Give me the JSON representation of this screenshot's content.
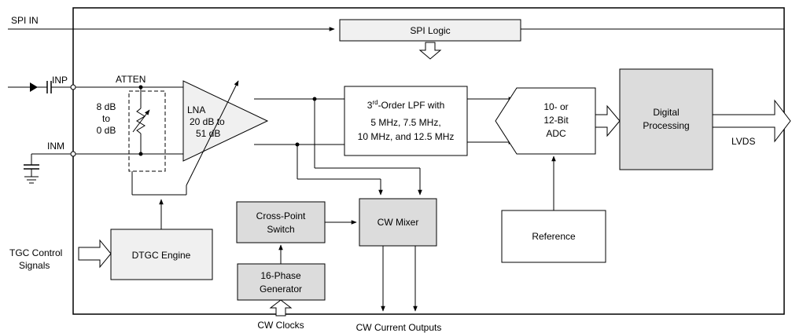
{
  "inputs": {
    "spi_in": "SPI IN",
    "inp": "INP",
    "inm": "INM",
    "tgc_line1": "TGC Control",
    "tgc_line2": "Signals"
  },
  "atten": {
    "label": "ATTEN",
    "line1": "8 dB",
    "line2": "to",
    "line3": "0 dB"
  },
  "lna": {
    "line1": "LNA",
    "line2": "20 dB to",
    "line3": "51 dB"
  },
  "spi_logic": {
    "label": "SPI Logic"
  },
  "lpf": {
    "line1_base": "3",
    "line1_sup": "rd",
    "line1_rest": "-Order LPF with",
    "line2": "5 MHz, 7.5 MHz,",
    "line3": "10 MHz, and 12.5 MHz"
  },
  "adc": {
    "line1": "10- or",
    "line2": "12-Bit",
    "line3": "ADC"
  },
  "digital": {
    "line1": "Digital",
    "line2": "Processing"
  },
  "lvds": {
    "label": "LVDS"
  },
  "reference": {
    "label": "Reference"
  },
  "cw_mixer": {
    "label": "CW Mixer"
  },
  "crosspoint": {
    "line1": "Cross-Point",
    "line2": "Switch"
  },
  "phase_gen": {
    "line1": "16-Phase",
    "line2": "Generator"
  },
  "dtgc": {
    "label": "DTGC Engine"
  },
  "bottom": {
    "cw_clocks": "CW Clocks",
    "cw_outputs": "CW Current Outputs"
  }
}
